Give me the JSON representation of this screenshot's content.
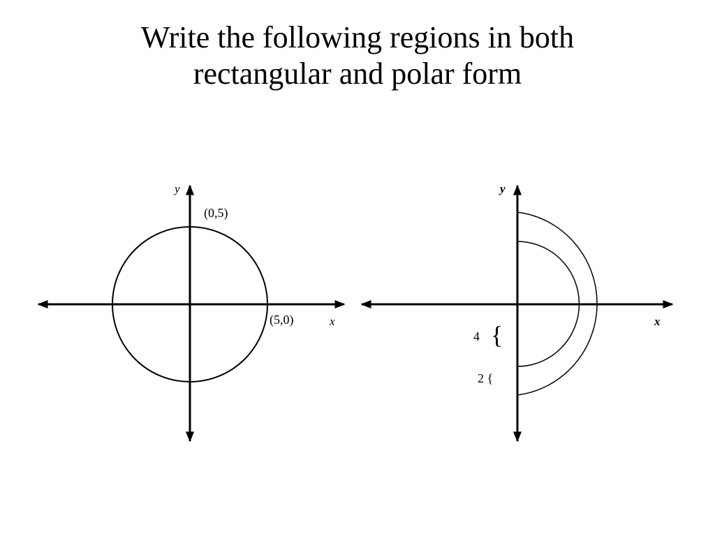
{
  "title": {
    "line1": "Write the following regions in both",
    "line2": "rectangular and polar form"
  },
  "left_graph": {
    "y_axis_label": "y",
    "x_axis_label": "x",
    "point_top_label": "(0,5)",
    "point_right_label": "(5,0)"
  },
  "right_graph": {
    "y_axis_label": "y",
    "x_axis_label": "x",
    "brace_outer_label": "4",
    "brace_outer_symbol": "{",
    "brace_inner_label": "2 {"
  }
}
